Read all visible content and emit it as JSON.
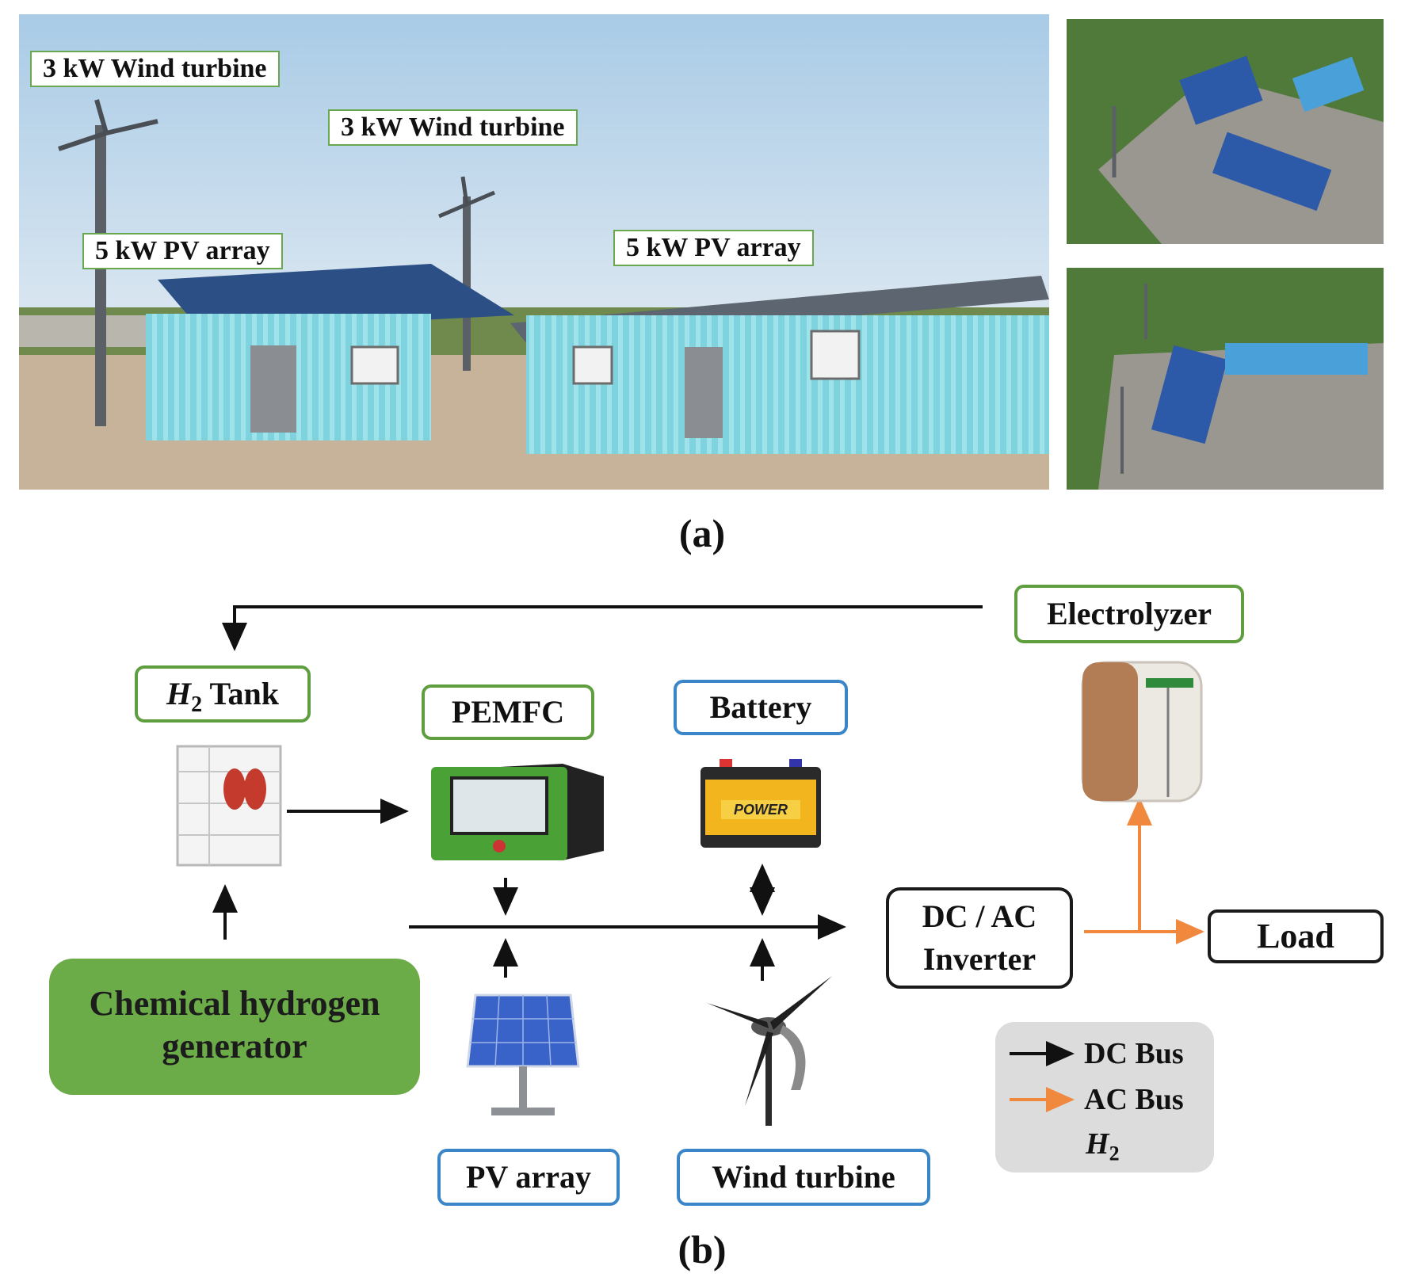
{
  "panel_a": {
    "labels": {
      "wind_turbine_1": "3 kW Wind turbine",
      "wind_turbine_2": "3 kW Wind turbine",
      "pv_array_1": "5 kW PV array",
      "pv_array_2": "5 kW PV array"
    },
    "caption": "(a)"
  },
  "panel_b": {
    "nodes": {
      "electrolyzer": "Electrolyzer",
      "h2_tank_h": "H",
      "h2_tank_sub": "2",
      "h2_tank_word": "Tank",
      "pemfc": "PEMFC",
      "battery": "Battery",
      "battery_label_text": "POWER",
      "inverter_line1": "DC / AC",
      "inverter_line2": "Inverter",
      "load": "Load",
      "chem_line1": "Chemical hydrogen",
      "chem_line2": "generator",
      "pv_array": "PV array",
      "wind_turbine": "Wind turbine"
    },
    "legend": {
      "dc_bus": "DC Bus",
      "ac_bus": "AC Bus",
      "h2_h": "H",
      "h2_sub": "2"
    },
    "colors": {
      "dc": "#111111",
      "ac": "#f0883e",
      "green_border": "#5f9e3f",
      "blue_border": "#3a86c8",
      "chem_fill": "#6bab48"
    },
    "caption": "(b)"
  }
}
